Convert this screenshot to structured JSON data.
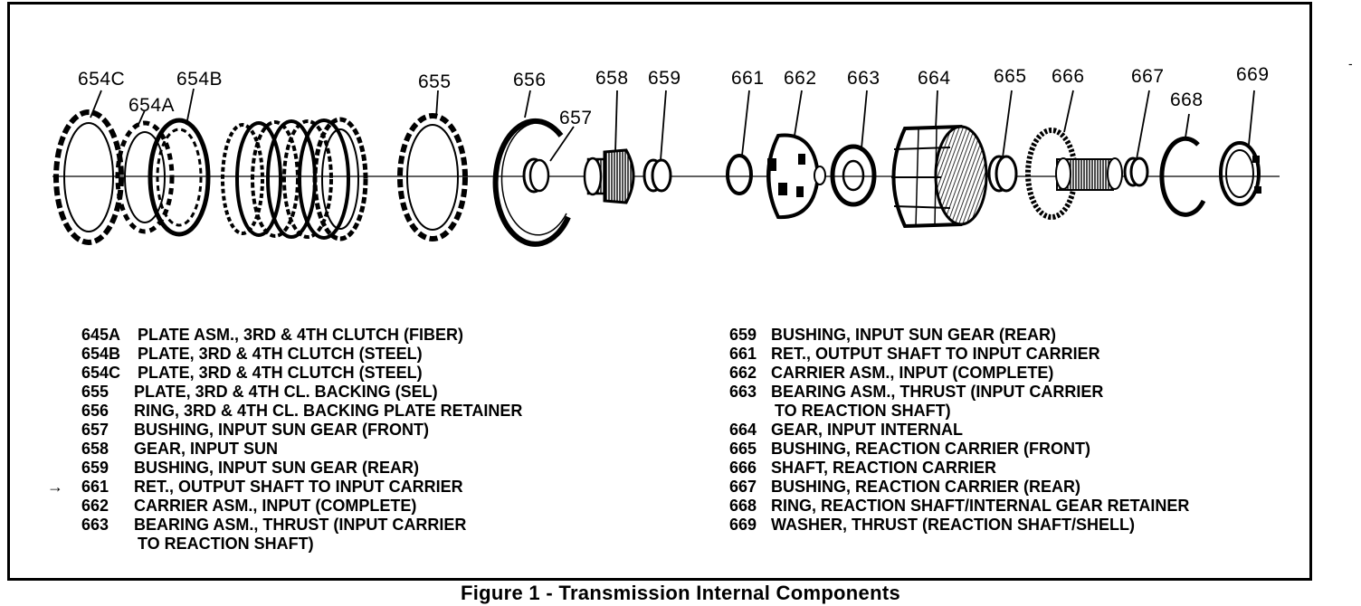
{
  "callouts": [
    {
      "id": "654C",
      "label": "654C"
    },
    {
      "id": "654A",
      "label": "654A"
    },
    {
      "id": "654B",
      "label": "654B"
    },
    {
      "id": "655",
      "label": "655"
    },
    {
      "id": "656",
      "label": "656"
    },
    {
      "id": "657",
      "label": "657"
    },
    {
      "id": "658",
      "label": "658"
    },
    {
      "id": "659",
      "label": "659"
    },
    {
      "id": "661",
      "label": "661"
    },
    {
      "id": "662",
      "label": "662"
    },
    {
      "id": "663",
      "label": "663"
    },
    {
      "id": "664",
      "label": "664"
    },
    {
      "id": "665",
      "label": "665"
    },
    {
      "id": "666",
      "label": "666"
    },
    {
      "id": "667",
      "label": "667"
    },
    {
      "id": "668",
      "label": "668"
    },
    {
      "id": "669",
      "label": "669"
    }
  ],
  "legend_left": [
    {
      "num": "645A",
      "desc": "PLATE ASM., 3RD & 4TH CLUTCH (FIBER)"
    },
    {
      "num": "654B",
      "desc": "PLATE, 3RD & 4TH CLUTCH (STEEL)"
    },
    {
      "num": "654C",
      "desc": "PLATE, 3RD & 4TH CLUTCH (STEEL)"
    },
    {
      "num": "655",
      "desc": "PLATE, 3RD & 4TH CL. BACKING (SEL)"
    },
    {
      "num": "656",
      "desc": "RING, 3RD & 4TH CL. BACKING PLATE RETAINER"
    },
    {
      "num": "657",
      "desc": "BUSHING, INPUT SUN GEAR (FRONT)"
    },
    {
      "num": "658",
      "desc": "GEAR, INPUT SUN"
    },
    {
      "num": "659",
      "desc": "BUSHING, INPUT SUN GEAR (REAR)"
    },
    {
      "num": "661",
      "desc": "RET., OUTPUT SHAFT TO INPUT CARRIER"
    },
    {
      "num": "662",
      "desc": "CARRIER ASM., INPUT (COMPLETE)"
    },
    {
      "num": "663",
      "desc": "BEARING ASM., THRUST (INPUT CARRIER",
      "cont": "TO REACTION SHAFT)"
    }
  ],
  "legend_right": [
    {
      "num": "659",
      "desc": "BUSHING, INPUT SUN GEAR (REAR)"
    },
    {
      "num": "661",
      "desc": "RET., OUTPUT SHAFT TO INPUT CARRIER"
    },
    {
      "num": "662",
      "desc": "CARRIER ASM., INPUT (COMPLETE)"
    },
    {
      "num": "663",
      "desc": "BEARING ASM., THRUST (INPUT CARRIER",
      "cont": "TO REACTION SHAFT)"
    },
    {
      "num": "664",
      "desc": "GEAR, INPUT INTERNAL"
    },
    {
      "num": "665",
      "desc": "BUSHING, REACTION CARRIER (FRONT)"
    },
    {
      "num": "666",
      "desc": "SHAFT, REACTION CARRIER"
    },
    {
      "num": "667",
      "desc": "BUSHING, REACTION CARRIER (REAR)"
    },
    {
      "num": "668",
      "desc": "RING, REACTION SHAFT/INTERNAL GEAR RETAINER"
    },
    {
      "num": "669",
      "desc": "WASHER, THRUST (REACTION SHAFT/SHELL)"
    }
  ],
  "arrow_glyph": "→",
  "caption": "Figure 1 - Transmission Internal Components",
  "edge_mark": "-"
}
